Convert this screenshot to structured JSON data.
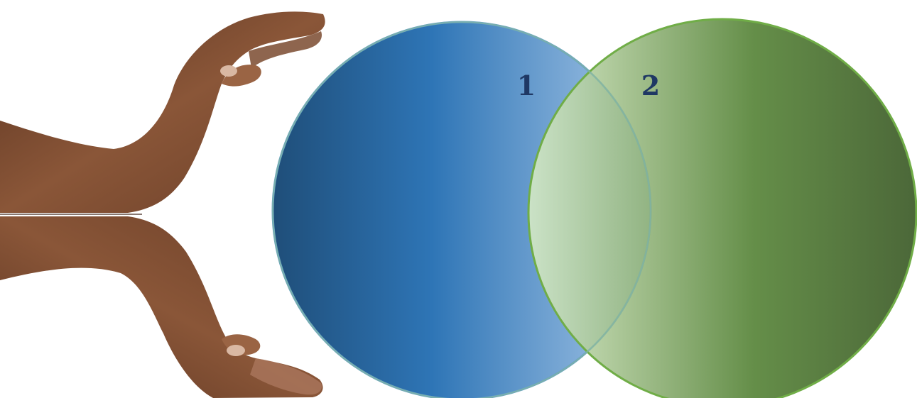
{
  "image": {
    "subject": "hands-photo"
  },
  "diagram": {
    "type": "venn",
    "sets": [
      {
        "id": "set-1",
        "label": "1",
        "colors": {
          "dark": "#1f4e79",
          "mid": "#2e75b6",
          "light": "#a9c8e8",
          "stroke": "#5b9bd5"
        }
      },
      {
        "id": "set-2",
        "label": "2",
        "colors": {
          "light": "#d6eac6",
          "mid": "#548235",
          "dark": "#385723",
          "stroke": "#70ad47"
        }
      }
    ],
    "label_color": "#1f3864"
  }
}
